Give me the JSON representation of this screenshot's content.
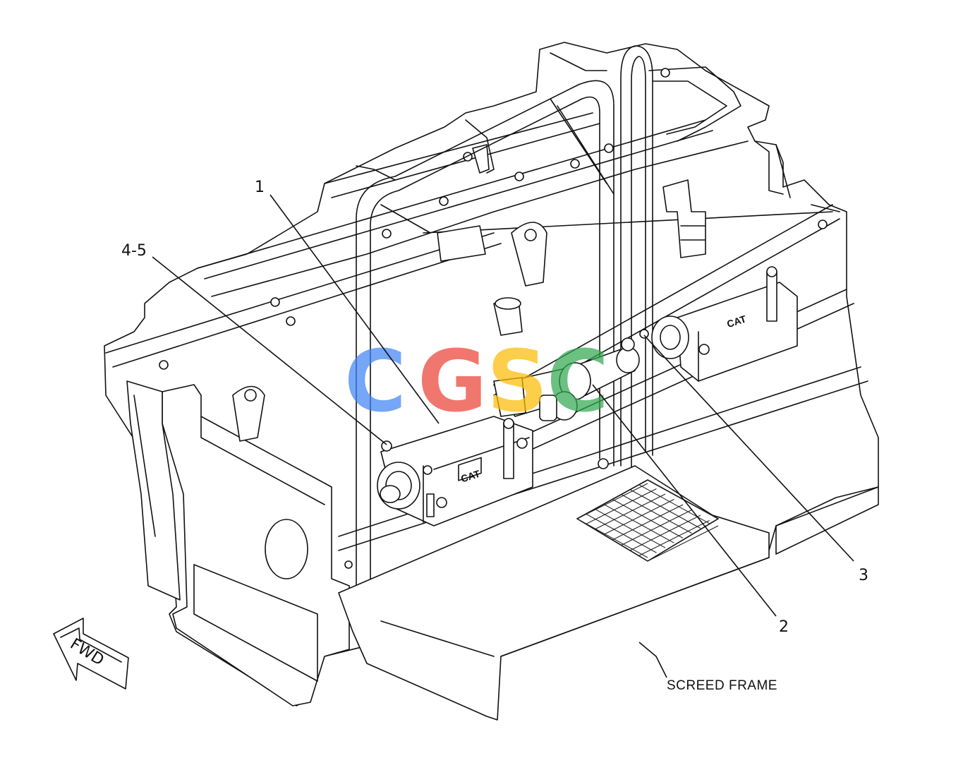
{
  "callouts": {
    "c1": "1",
    "c45": "4-5",
    "c3": "3",
    "c2": "2",
    "screed_frame": "SCREED FRAME",
    "fwd": "FWD"
  },
  "logos": {
    "cat_left": "CAT",
    "cat_right": "CAT"
  },
  "watermark": {
    "letters": [
      "C",
      "G",
      "S",
      "C"
    ],
    "colors": [
      "#4285F4",
      "#EA4335",
      "#FBBC05",
      "#34A853"
    ]
  }
}
